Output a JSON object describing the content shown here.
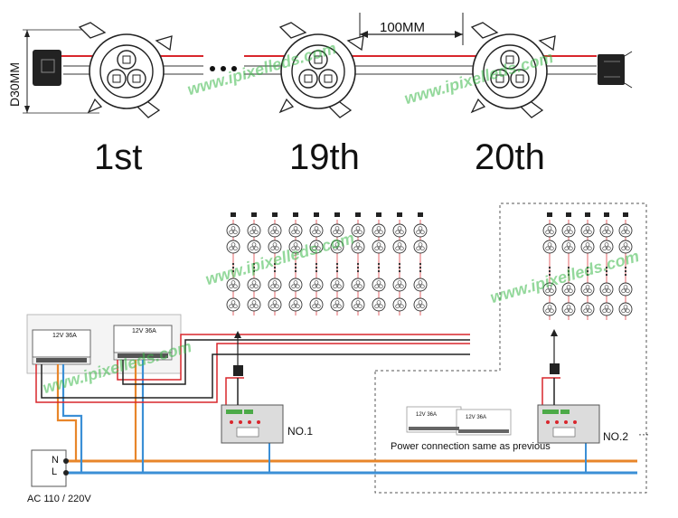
{
  "top": {
    "spacing_label": "100MM",
    "diameter_label": "D30MM",
    "pixel_labels": [
      "1st",
      "19th",
      "20th"
    ]
  },
  "bottom": {
    "controller_labels": [
      "NO.1",
      "NO.2"
    ],
    "power_supply_label": "12V 36A",
    "power_note": "Power connection same as previous",
    "mains_label": "AC 110 / 220V",
    "terminal_n": "N",
    "terminal_l": "L",
    "continuation": "···"
  },
  "watermark": "www.ipixelleds.com",
  "colors": {
    "live_wire": "#e8862a",
    "neutral_wire": "#3b8fd6",
    "power_wire": "#d9262c",
    "data_wire": "#222222",
    "ground_wire": "#9a9a9a"
  }
}
